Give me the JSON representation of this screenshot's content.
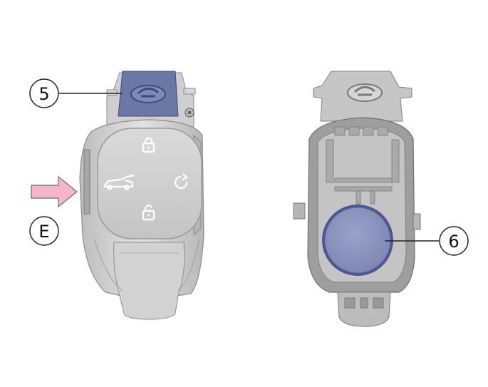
{
  "callouts": {
    "five": "5",
    "six": "6",
    "e": "E"
  },
  "colors": {
    "body_light": "#e4e4e4",
    "body_mid": "#c9c9c9",
    "body_dark": "#9b9b9b",
    "highlight_blue": "#6b78a6",
    "battery_blue": "#8a94bd",
    "battery_rim": "#4a5890",
    "arrow_pink": "#f5b6c9",
    "arrow_outline": "#6b6b6b",
    "keypad": "#cfcfcf",
    "line": "#222222"
  },
  "icons": [
    "lock-icon",
    "trunk-icon",
    "remote-start-icon",
    "unlock-icon",
    "logo-emblem"
  ]
}
